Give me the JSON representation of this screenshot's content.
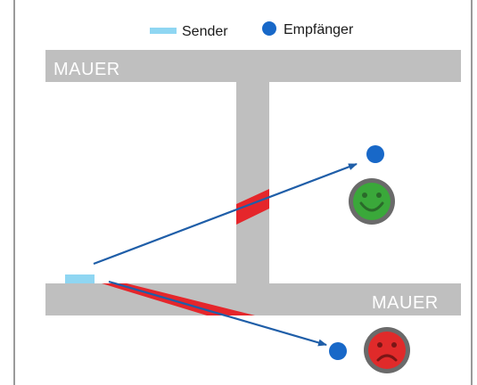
{
  "legend": {
    "sender_label": "Sender",
    "receiver_label": "Empfänger"
  },
  "walls": {
    "top_label": "MAUER",
    "bottom_label": "MAUER"
  },
  "colors": {
    "wall": "#bfbfbf",
    "sender": "#8fd6f2",
    "receiver": "#1868c8",
    "signal_arrow": "#1f5ea8",
    "attenuation": "#e5262b",
    "happy_face": "#3aa83a",
    "sad_face": "#e02a2a",
    "face_rim": "#6a6a6a"
  },
  "faces": {
    "top": "happy-face-icon",
    "bottom": "sad-face-icon"
  }
}
